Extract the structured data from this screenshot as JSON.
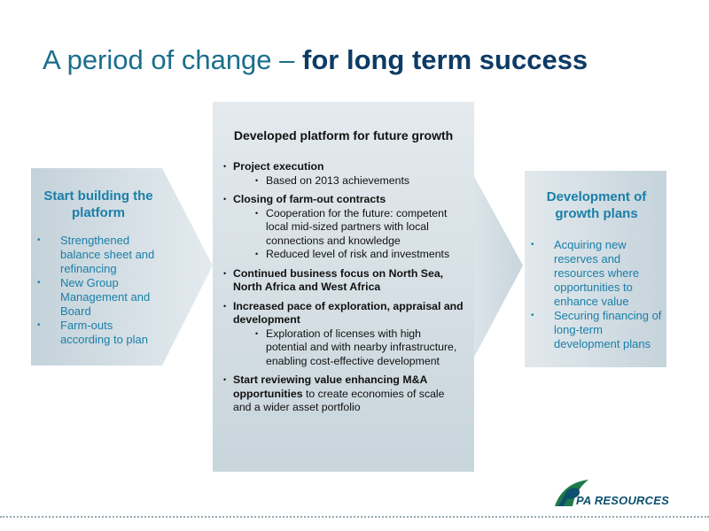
{
  "title": {
    "regular": "A period of change – ",
    "bold": "for long term success"
  },
  "left_box": {
    "title": "Start building the platform",
    "items": [
      "Strengthened balance sheet and refinancing",
      "New Group Management and Board",
      "Farm-outs according to plan"
    ]
  },
  "center_box": {
    "title": "Developed platform for future growth",
    "items": [
      {
        "bold": "Project execution",
        "rest": "",
        "sub": [
          "Based on 2013 achievements"
        ]
      },
      {
        "bold": "Closing of farm-out contracts",
        "rest": "",
        "sub": [
          "Cooperation for the future: competent local mid-sized partners with local connections and knowledge",
          "Reduced level of risk and investments"
        ]
      },
      {
        "bold": "Continued business focus on North Sea, North Africa and West Africa",
        "rest": "",
        "sub": []
      },
      {
        "bold": "Increased pace of exploration, appraisal and development",
        "rest": "",
        "sub": [
          "Exploration of licenses with high potential and with nearby infrastructure, enabling cost-effective development"
        ]
      },
      {
        "bold": "Start reviewing value enhancing M&A opportunities",
        "rest": " to create economies of scale and a wider asset portfolio",
        "sub": []
      }
    ]
  },
  "right_box": {
    "title": "Development of growth plans",
    "items": [
      "Acquiring new reserves and resources where opportunities to enhance value",
      "Securing financing of long-term development plans"
    ]
  },
  "logo": {
    "text": "PA RESOURCES"
  },
  "colors": {
    "title_regular": "#1a6e8c",
    "title_bold": "#0d3b66",
    "side_text": "#1a7fa8",
    "center_bg": "#dce4e8"
  }
}
